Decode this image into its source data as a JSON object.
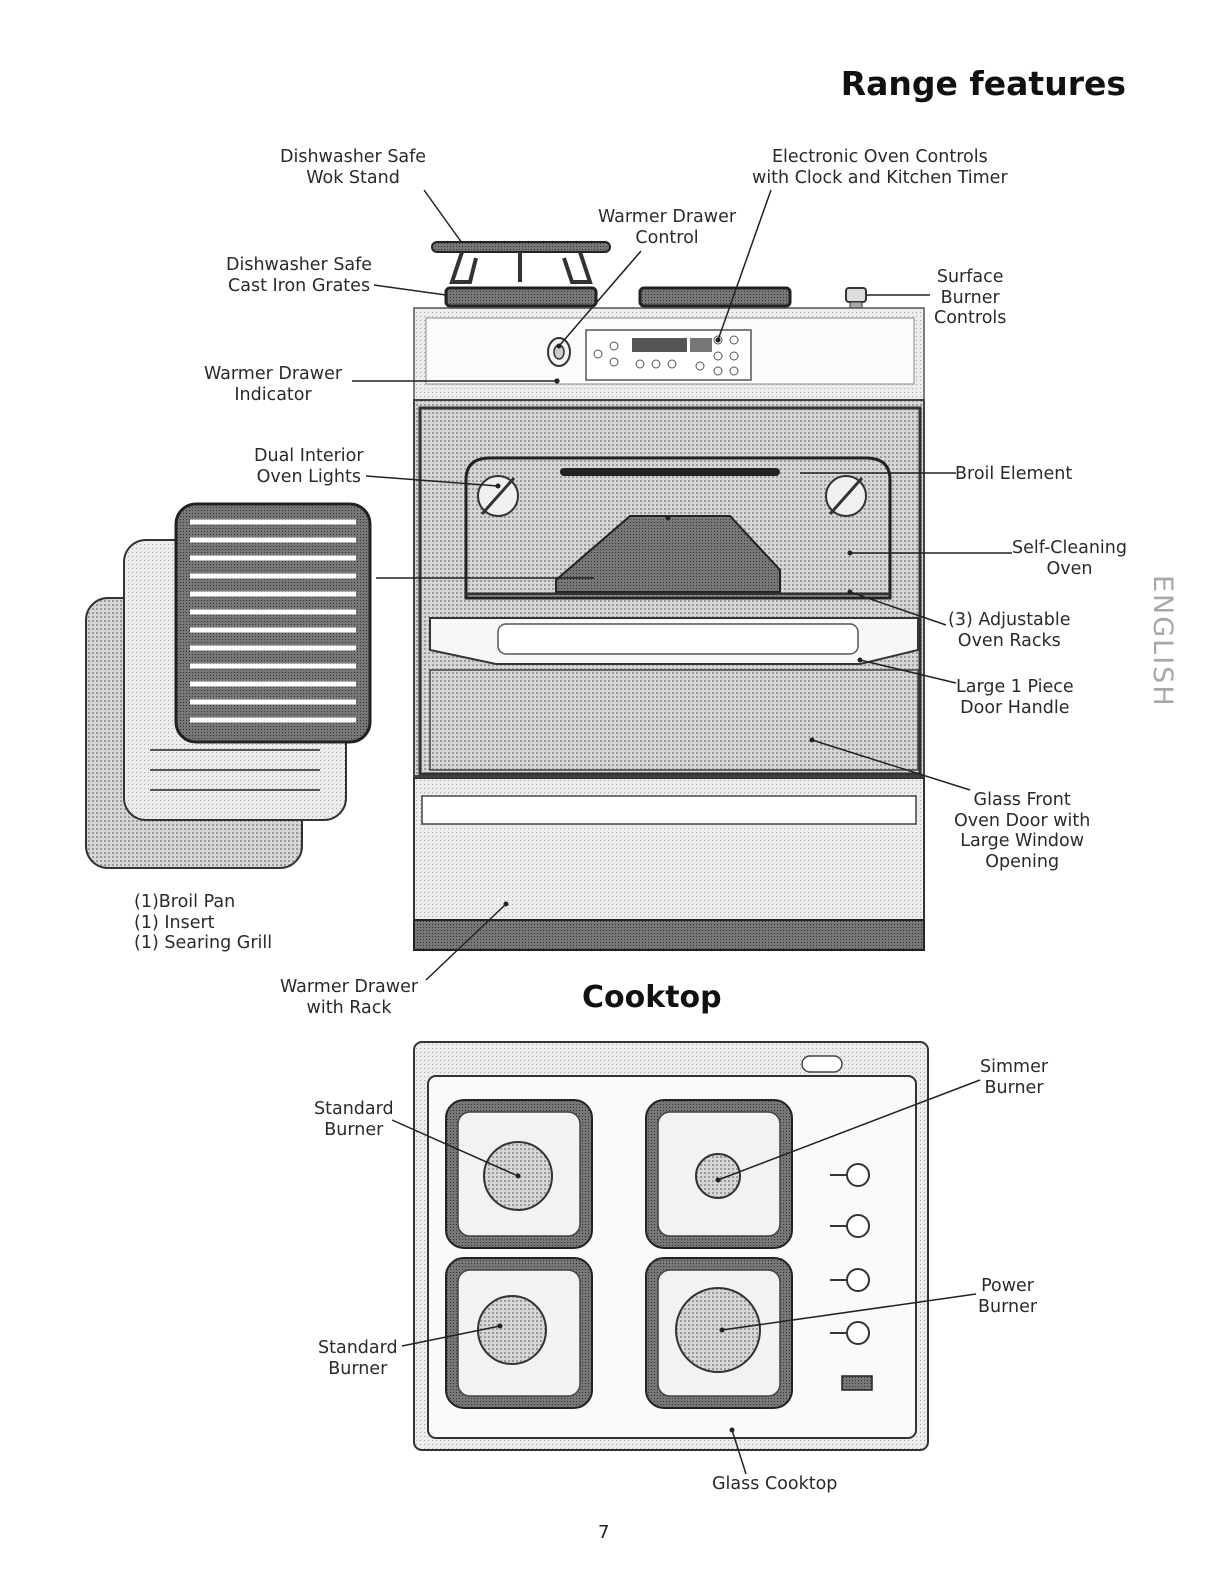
{
  "page": {
    "title": "Range features",
    "cooktop_title": "Cooktop",
    "side_tab": "ENGLISH",
    "page_number": "7"
  },
  "range_labels": {
    "wok_stand": "Dishwasher Safe\nWok Stand",
    "grates": "Dishwasher Safe\nCast Iron Grates",
    "warmer_control": "Warmer Drawer\nControl",
    "electronic_controls": "Electronic Oven Controls\nwith Clock and Kitchen Timer",
    "surface_controls": "Surface\nBurner\nControls",
    "warmer_indicator": "Warmer Drawer\nIndicator",
    "oven_lights": "Dual Interior\nOven Lights",
    "broil_element": "Broil Element",
    "self_cleaning": "Self-Cleaning\nOven",
    "racks": "(3) Adjustable\nOven Racks",
    "door_handle": "Large 1 Piece\nDoor Handle",
    "glass_door": "Glass Front\nOven Door with\nLarge Window\nOpening",
    "broil_pan": "(1)Broil Pan\n(1) Insert\n(1) Searing Grill",
    "warmer_drawer": "Warmer Drawer\nwith Rack"
  },
  "cooktop_labels": {
    "standard_top": "Standard\nBurner",
    "standard_bottom": "Standard\nBurner",
    "simmer": "Simmer\nBurner",
    "power": "Power\nBurner",
    "glass": "Glass Cooktop"
  }
}
